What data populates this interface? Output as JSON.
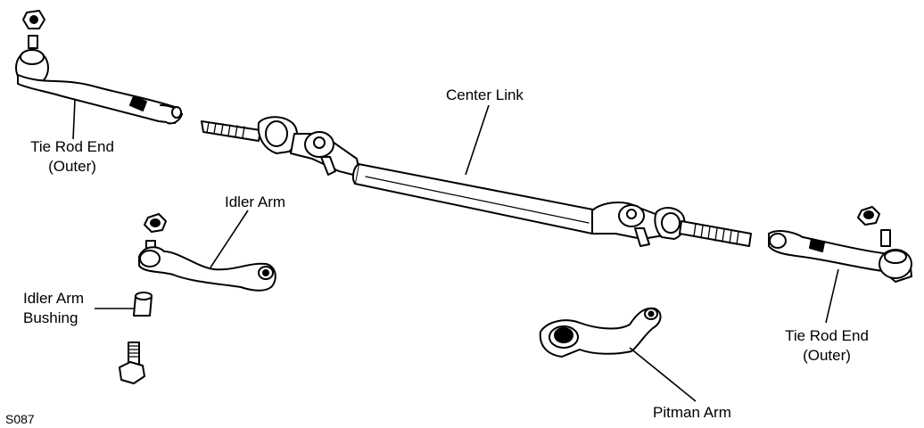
{
  "labels": {
    "tie_rod_end_left_line1": "Tie Rod End",
    "tie_rod_end_left_line2": "(Outer)",
    "center_link": "Center Link",
    "idler_arm": "Idler Arm",
    "idler_arm_bushing_line1": "Idler Arm",
    "idler_arm_bushing_line2": "Bushing",
    "tie_rod_end_right_line1": "Tie Rod End",
    "tie_rod_end_right_line2": "(Outer)",
    "pitman_arm": "Pitman Arm",
    "figure_code": "S087"
  }
}
